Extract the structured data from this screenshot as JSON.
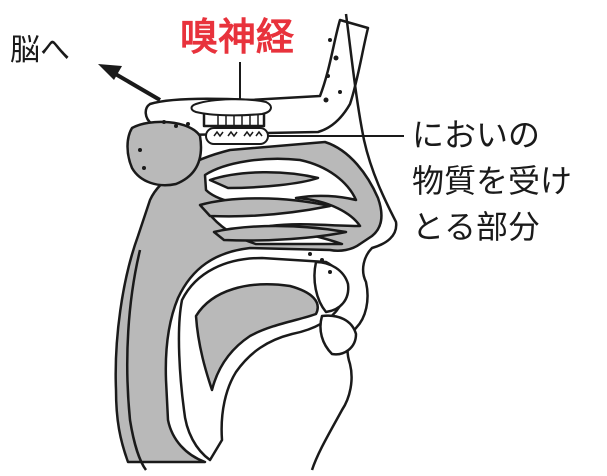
{
  "labels": {
    "nerve_title": "嗅神経",
    "brain_direction": "脳へ",
    "receptor_line1": "においの",
    "receptor_line2": "物質を受け",
    "receptor_line3": "とる部分"
  },
  "colors": {
    "title": "#e8323c",
    "line": "#1a1a1a",
    "tissue_fill": "#b9b9b9",
    "cavity_fill": "#ffffff"
  }
}
